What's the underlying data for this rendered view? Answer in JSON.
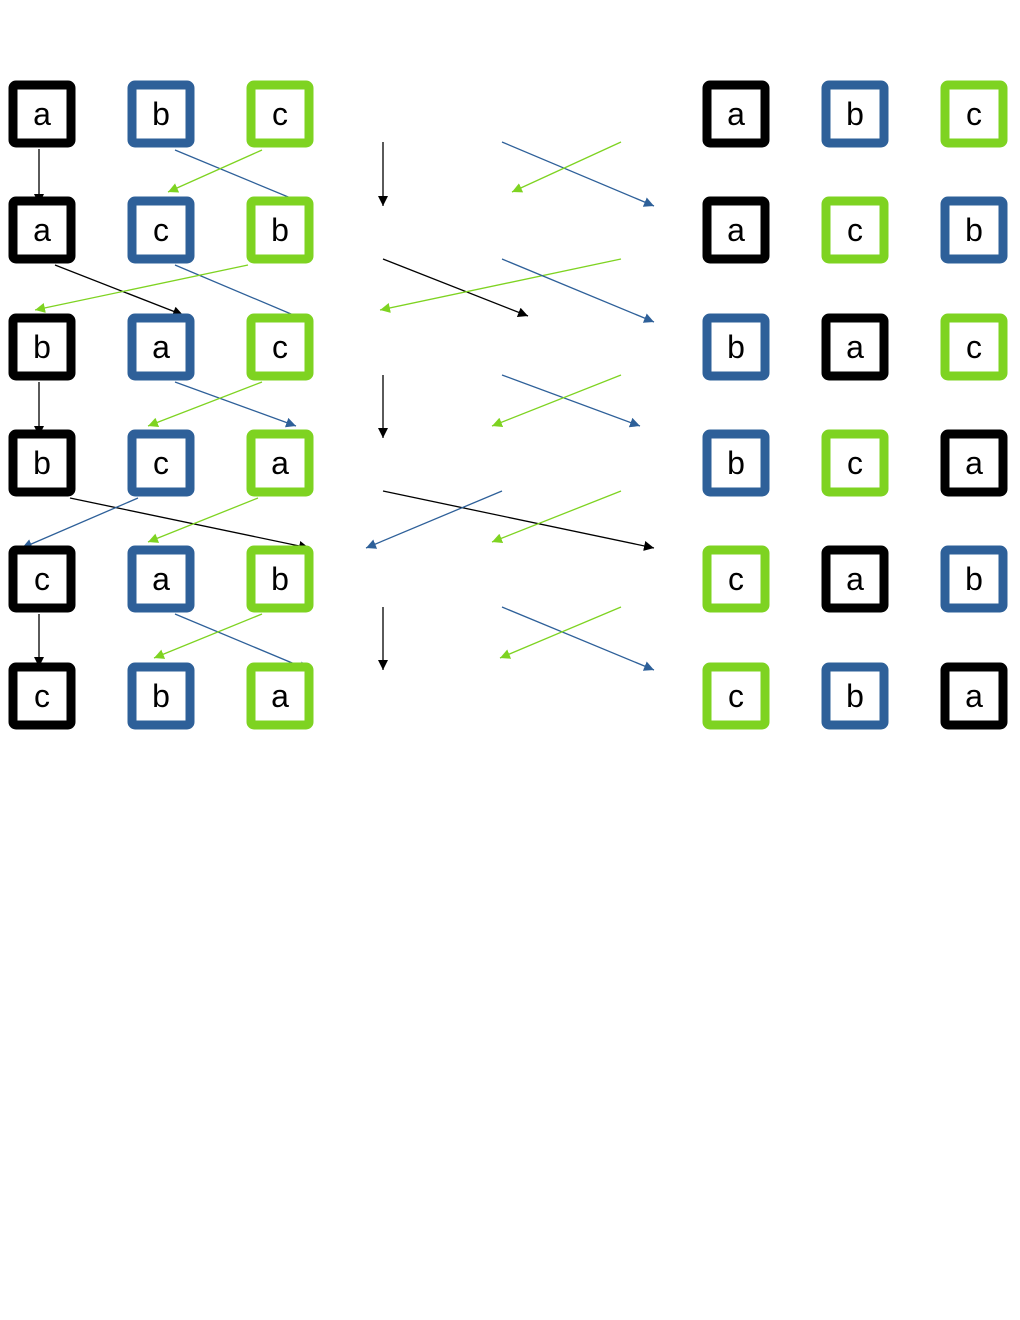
{
  "colors": {
    "black": "#000000",
    "blue": "#2e6099",
    "green": "#7ed321"
  },
  "left_rows": [
    [
      {
        "letter": "a",
        "color": "black"
      },
      {
        "letter": "b",
        "color": "blue"
      },
      {
        "letter": "c",
        "color": "green"
      }
    ],
    [
      {
        "letter": "a",
        "color": "black"
      },
      {
        "letter": "c",
        "color": "blue"
      },
      {
        "letter": "b",
        "color": "green"
      }
    ],
    [
      {
        "letter": "b",
        "color": "black"
      },
      {
        "letter": "a",
        "color": "blue"
      },
      {
        "letter": "c",
        "color": "green"
      }
    ],
    [
      {
        "letter": "b",
        "color": "black"
      },
      {
        "letter": "c",
        "color": "blue"
      },
      {
        "letter": "a",
        "color": "green"
      }
    ],
    [
      {
        "letter": "c",
        "color": "black"
      },
      {
        "letter": "a",
        "color": "blue"
      },
      {
        "letter": "b",
        "color": "green"
      }
    ],
    [
      {
        "letter": "c",
        "color": "black"
      },
      {
        "letter": "b",
        "color": "blue"
      },
      {
        "letter": "a",
        "color": "green"
      }
    ]
  ],
  "right_rows": [
    [
      {
        "letter": "a",
        "color": "black"
      },
      {
        "letter": "b",
        "color": "blue"
      },
      {
        "letter": "c",
        "color": "green"
      }
    ],
    [
      {
        "letter": "a",
        "color": "black"
      },
      {
        "letter": "c",
        "color": "green"
      },
      {
        "letter": "b",
        "color": "blue"
      }
    ],
    [
      {
        "letter": "b",
        "color": "blue"
      },
      {
        "letter": "a",
        "color": "black"
      },
      {
        "letter": "c",
        "color": "green"
      }
    ],
    [
      {
        "letter": "b",
        "color": "blue"
      },
      {
        "letter": "c",
        "color": "green"
      },
      {
        "letter": "a",
        "color": "black"
      }
    ],
    [
      {
        "letter": "c",
        "color": "green"
      },
      {
        "letter": "a",
        "color": "black"
      },
      {
        "letter": "b",
        "color": "blue"
      }
    ],
    [
      {
        "letter": "c",
        "color": "green"
      },
      {
        "letter": "b",
        "color": "blue"
      },
      {
        "letter": "a",
        "color": "black"
      }
    ]
  ]
}
